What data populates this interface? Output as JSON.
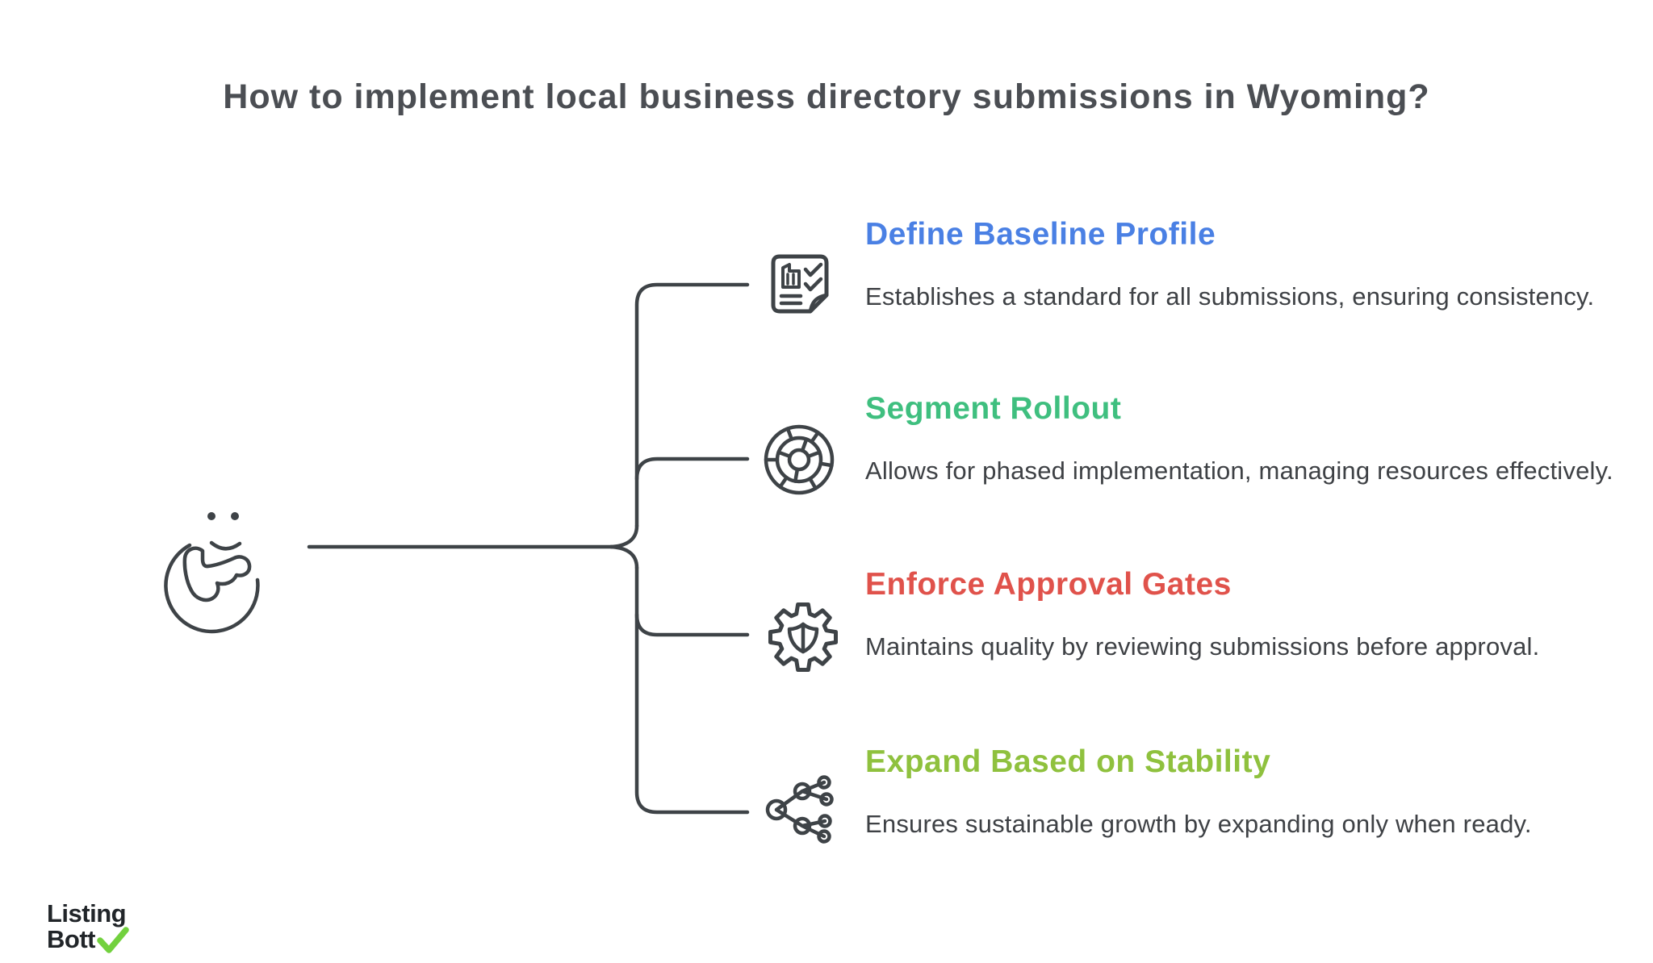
{
  "title": "How to implement local business directory submissions in Wyoming?",
  "root_icon": "thinking-face-icon",
  "colors": {
    "ink": "#3E4347",
    "body_text": "#3E4145",
    "title_text": "#4B4E53",
    "logo_text": "#212529",
    "logo_check": "#72D13E"
  },
  "items": [
    {
      "label": "Define Baseline Profile",
      "description": "Establishes a standard for all submissions, ensuring consistency.",
      "color": "#4A80E4",
      "icon": "document-checklist-icon"
    },
    {
      "label": "Segment Rollout",
      "description": "Allows for phased implementation, managing resources effectively.",
      "color": "#3FBF7F",
      "icon": "segmented-wheel-icon"
    },
    {
      "label": "Enforce Approval Gates",
      "description": "Maintains quality by reviewing submissions before approval.",
      "color": "#E0524B",
      "icon": "gear-shield-icon"
    },
    {
      "label": "Expand Based on Stability",
      "description": "Ensures sustainable growth by expanding only when ready.",
      "color": "#8FC13E",
      "icon": "network-branch-icon"
    }
  ],
  "logo": {
    "line1": "Listing",
    "line2": "Bott",
    "checkmark": "check-icon"
  }
}
